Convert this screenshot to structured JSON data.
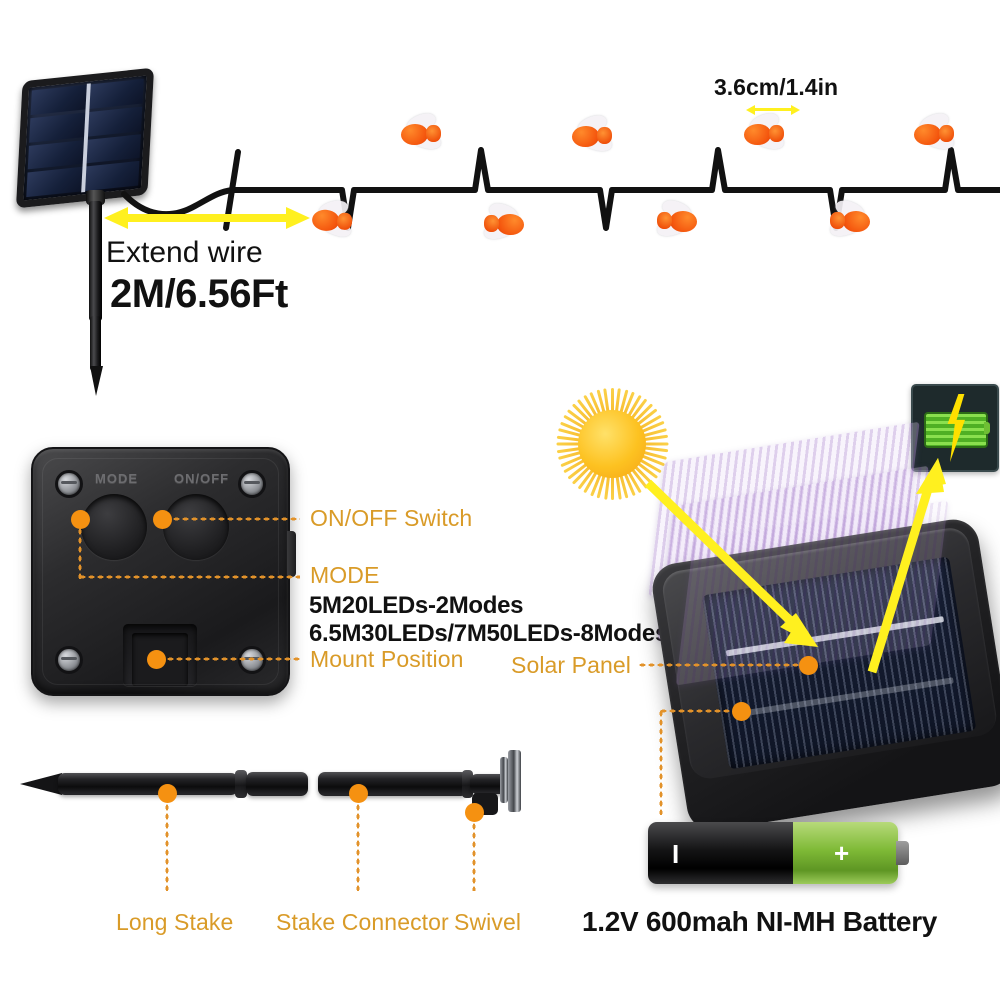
{
  "image": {
    "title": "Solar Bee String Light Product Infographic",
    "background_color": "#ffffff",
    "accent_label_color": "#D99B28",
    "highlight_dot_color": "#F59111",
    "arrow_color": "#FFF01F"
  },
  "string_light": {
    "extend_wire_label": "Extend wire",
    "extend_wire_length": "2M/6.56Ft",
    "bulb_size_label": "3.6cm/1.4in",
    "bulb_count_visible": 8,
    "bulb_icon": "bee-bulb-icon",
    "lamp_icon": "solar-panel-stake-lamp-icon"
  },
  "controller": {
    "emboss_mode": "MODE",
    "emboss_onoff": "ON/OFF",
    "callouts": [
      {
        "id": "onoff",
        "label": "ON/OFF Switch"
      },
      {
        "id": "mode",
        "label": "MODE"
      },
      {
        "id": "mount",
        "label": "Mount Position"
      }
    ],
    "specs": [
      "5M20LEDs-2Modes",
      "6.5M30LEDs/7M50LEDs-8Modes"
    ]
  },
  "stake_parts": [
    {
      "id": "long-stake",
      "label": "Long Stake"
    },
    {
      "id": "stake-connector",
      "label": "Stake Connector"
    },
    {
      "id": "swivel",
      "label": "Swivel"
    }
  ],
  "solar_module": {
    "callouts": [
      {
        "id": "solar-panel",
        "label": "Solar Panel"
      }
    ],
    "sun_icon": "sun-icon",
    "charging_icon": "battery-charging-icon",
    "film_layers": 2
  },
  "battery": {
    "label": "1.2V 600mah NI-MH Battery",
    "negative_sign": "I",
    "positive_sign": "+"
  }
}
